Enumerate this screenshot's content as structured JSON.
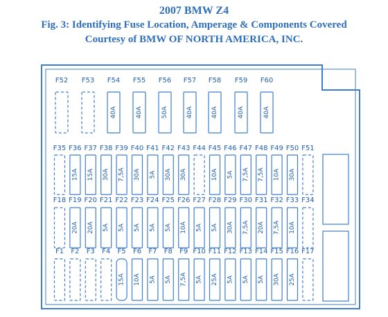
{
  "header": {
    "line1": "2007 BMW Z4",
    "line2": "Fig. 3: Identifying Fuse Location, Amperage & Components Covered",
    "line3": "Courtesy of BMW OF NORTH AMERICA, INC."
  },
  "colors": {
    "title": "#2f6fba",
    "line": "#3d7dd0",
    "text": "#1f5fb0"
  },
  "rows": [
    {
      "fuses": [
        {
          "label": "F52",
          "amp": ""
        },
        {
          "label": "F53",
          "amp": ""
        },
        {
          "label": "F54",
          "amp": "40A"
        },
        {
          "label": "F55",
          "amp": "40A"
        },
        {
          "label": "F56",
          "amp": "50A"
        },
        {
          "label": "F57",
          "amp": "40A"
        },
        {
          "label": "F58",
          "amp": "40A"
        },
        {
          "label": "F59",
          "amp": "40A"
        },
        {
          "label": "F60",
          "amp": "40A"
        }
      ]
    },
    {
      "fuses": [
        {
          "label": "F35",
          "amp": ""
        },
        {
          "label": "F36",
          "amp": "15A"
        },
        {
          "label": "F37",
          "amp": "15A"
        },
        {
          "label": "F38",
          "amp": "30A"
        },
        {
          "label": "F39",
          "amp": "7,5A"
        },
        {
          "label": "F40",
          "amp": "30A"
        },
        {
          "label": "F41",
          "amp": "5A"
        },
        {
          "label": "F42",
          "amp": "30A"
        },
        {
          "label": "F43",
          "amp": "30A"
        },
        {
          "label": "F44",
          "amp": ""
        },
        {
          "label": "F45",
          "amp": "10A"
        },
        {
          "label": "F46",
          "amp": "5A"
        },
        {
          "label": "F47",
          "amp": "7,5A"
        },
        {
          "label": "F48",
          "amp": "7,5A"
        },
        {
          "label": "F49",
          "amp": "10A"
        },
        {
          "label": "F50",
          "amp": "30A"
        },
        {
          "label": "F51",
          "amp": ""
        }
      ]
    },
    {
      "fuses": [
        {
          "label": "F18",
          "amp": ""
        },
        {
          "label": "F19",
          "amp": "20A"
        },
        {
          "label": "F20",
          "amp": "20A"
        },
        {
          "label": "F21",
          "amp": "5A"
        },
        {
          "label": "F22",
          "amp": "5A"
        },
        {
          "label": "F23",
          "amp": "5A"
        },
        {
          "label": "F24",
          "amp": "5A"
        },
        {
          "label": "F25",
          "amp": "5A"
        },
        {
          "label": "F26",
          "amp": "10A"
        },
        {
          "label": "F27",
          "amp": "5A"
        },
        {
          "label": "F28",
          "amp": "5A"
        },
        {
          "label": "F29",
          "amp": "30A"
        },
        {
          "label": "F30",
          "amp": "7,5A"
        },
        {
          "label": "F31",
          "amp": "20A"
        },
        {
          "label": "F32",
          "amp": "7,5A"
        },
        {
          "label": "F33",
          "amp": "10A"
        },
        {
          "label": "F34",
          "amp": ""
        }
      ]
    },
    {
      "fuses": [
        {
          "label": "F1",
          "amp": ""
        },
        {
          "label": "F2",
          "amp": ""
        },
        {
          "label": "F3",
          "amp": ""
        },
        {
          "label": "F4",
          "amp": ""
        },
        {
          "label": "F5",
          "amp": "15A"
        },
        {
          "label": "F6",
          "amp": "10A"
        },
        {
          "label": "F7",
          "amp": "5A"
        },
        {
          "label": "F8",
          "amp": "5A"
        },
        {
          "label": "F9",
          "amp": "7,5A"
        },
        {
          "label": "F10",
          "amp": "5A"
        },
        {
          "label": "F11",
          "amp": "25A"
        },
        {
          "label": "F12",
          "amp": "5A"
        },
        {
          "label": "F13",
          "amp": "5A"
        },
        {
          "label": "F14",
          "amp": "5A"
        },
        {
          "label": "F15",
          "amp": "30A"
        },
        {
          "label": "F16",
          "amp": "25A"
        },
        {
          "label": "F17",
          "amp": ""
        }
      ]
    }
  ]
}
